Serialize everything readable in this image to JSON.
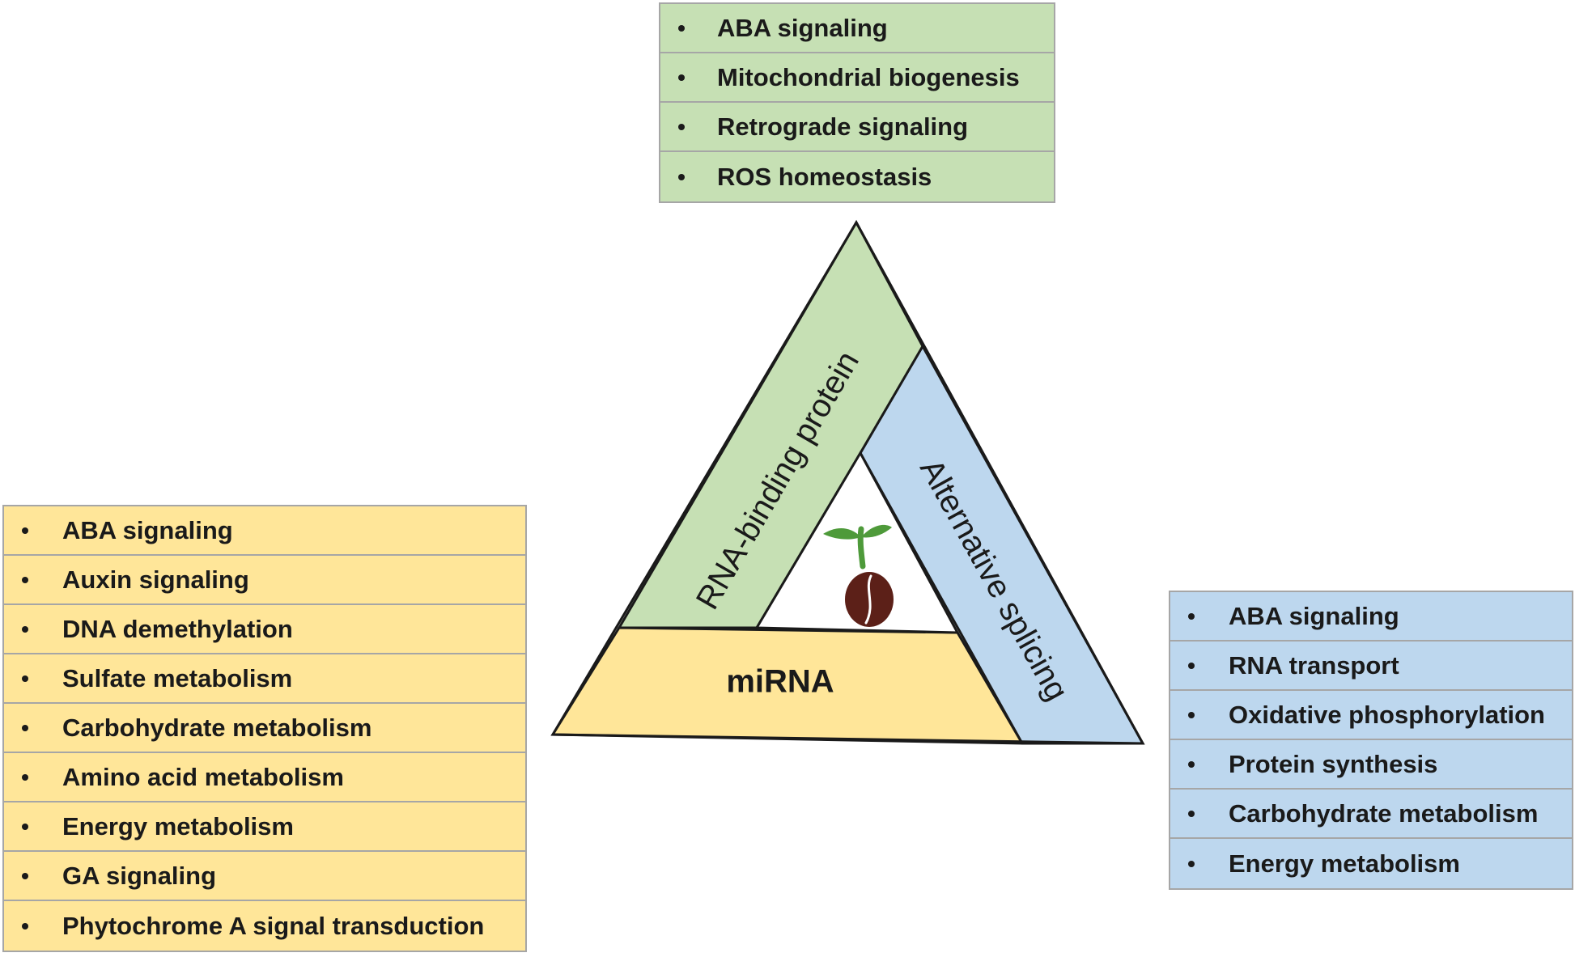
{
  "rbp_panel": {
    "items": [
      "ABA signaling",
      "Mitochondrial biogenesis",
      "Retrograde signaling",
      "ROS homeostasis"
    ],
    "color": "#c6e0b4"
  },
  "mirna_panel": {
    "items": [
      "ABA signaling",
      "Auxin signaling",
      "DNA demethylation",
      "Sulfate metabolism",
      "Carbohydrate metabolism",
      "Amino acid metabolism",
      "Energy metabolism",
      "GA signaling",
      "Phytochrome A signal transduction"
    ],
    "color": "#ffe699"
  },
  "as_panel": {
    "items": [
      "ABA signaling",
      "RNA transport",
      "Oxidative phosphorylation",
      "Protein synthesis",
      "Carbohydrate metabolism",
      "Energy metabolism"
    ],
    "color": "#bdd7ee"
  },
  "triangle": {
    "rbp_label": "RNA-binding protein",
    "as_label": "Alternative splicing",
    "mirna_label": "miRNA",
    "center_icon": "seedling-icon"
  }
}
